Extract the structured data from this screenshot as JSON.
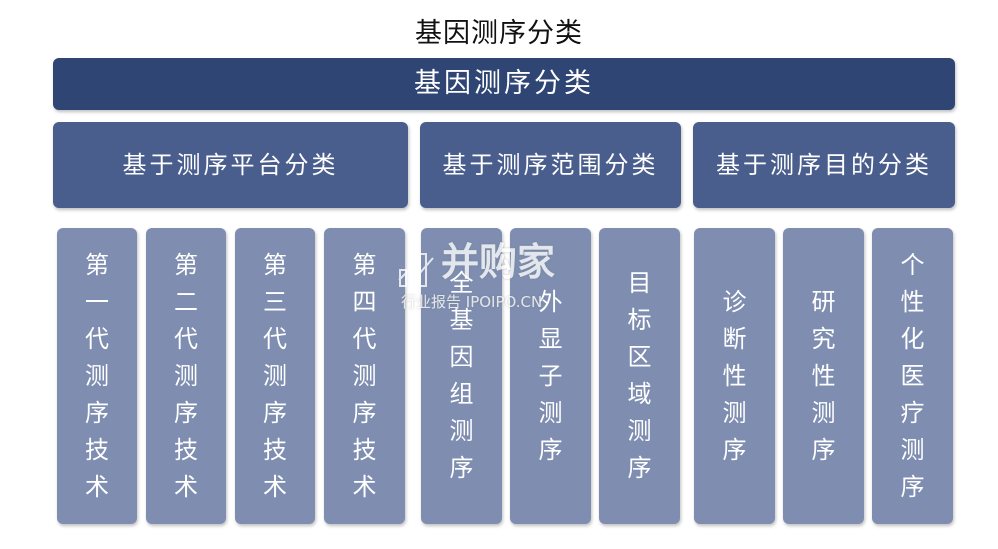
{
  "title": "基因测序分类",
  "root": "基因测序分类",
  "categories": [
    "基于测序平台分类",
    "基于测序范围分类",
    "基于测序目的分类"
  ],
  "leaves": [
    "第一代测序技术",
    "第二代测序技术",
    "第三代测序技术",
    "第四代测序技术",
    "全基因组测序",
    "外显子测序",
    "目标区域测序",
    "诊断性测序",
    "研究性测序",
    "个性化医疗测序"
  ],
  "watermark": {
    "main": "并购家",
    "sub": "行业报告 IPOIPO.CN"
  },
  "colors": {
    "root": "#2f4573",
    "category": "#4a5e8d",
    "leaf": "#7e8db0"
  }
}
